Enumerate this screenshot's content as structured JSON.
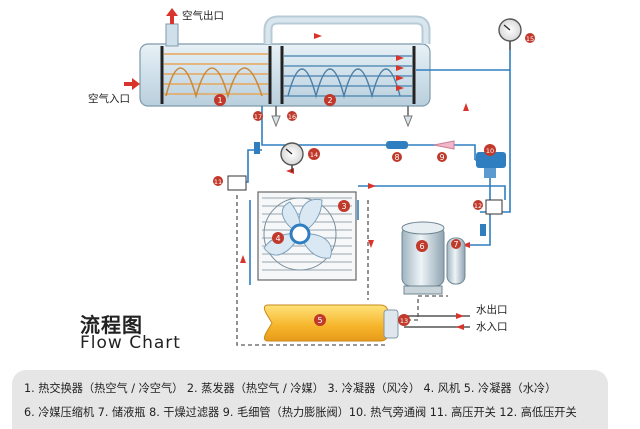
{
  "labels": {
    "air_outlet": "空气出口",
    "air_inlet": "空气入口",
    "water_outlet": "水出口",
    "water_inlet": "水入口"
  },
  "component_numbers": [
    "1",
    "2",
    "3",
    "4",
    "5",
    "6",
    "7",
    "8",
    "9",
    "10",
    "11",
    "12",
    "13",
    "14",
    "15",
    "16",
    "17"
  ],
  "title": {
    "cn": "流程图",
    "en": "Flow Chart"
  },
  "legend": {
    "row1": "1. 热交换器（热空气 / 冷空气） 2. 蒸发器（热空气 / 冷媒） 3. 冷凝器（风冷） 4. 风机 5. 冷凝器（水冷）",
    "row2": "6. 冷媒压缩机 7. 储液瓶 8. 干燥过滤器 9. 毛细管（热力膨胀阀）10. 热气旁通阀 11. 高压开关 12. 高低压开关"
  },
  "colors": {
    "pipe": "#2f7fc0",
    "badge": "#c0392b",
    "arrow": "#d9342b",
    "tank_shell": "#d6e6ef",
    "coil": "#e7a65a",
    "condenser_water": "#f0b030"
  }
}
